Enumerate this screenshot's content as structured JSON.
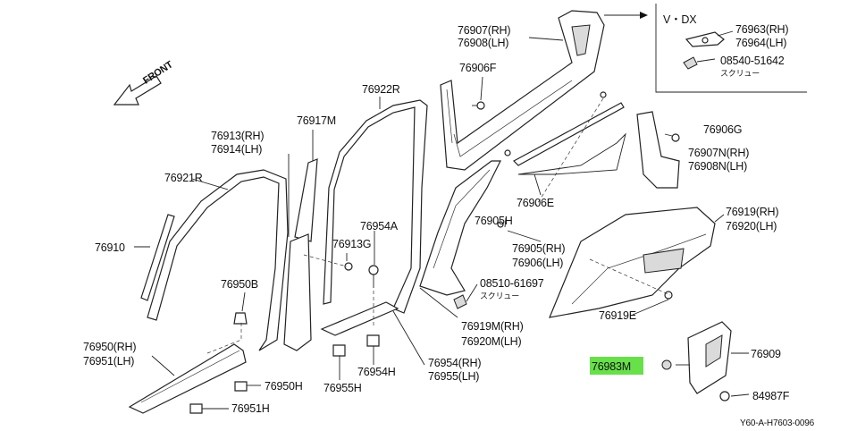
{
  "front_label": "FRONT",
  "variant_box": {
    "title": "V・DX"
  },
  "diagram_code": "Y60-A-H7603-0096",
  "highlighted_part": "76983M",
  "labels": {
    "p76907": "76907(RH)",
    "p76908": "76908(LH)",
    "p76906F": "76906F",
    "p76922R": "76922R",
    "p76917M": "76917M",
    "p76913": "76913(RH)",
    "p76914": "76914(LH)",
    "p76921R": "76921R",
    "p76910": "76910",
    "p76913G": "76913G",
    "p76954A": "76954A",
    "p76950B": "76950B",
    "p76950": "76950(RH)",
    "p76951": "76951(LH)",
    "p76950H": "76950H",
    "p76951H": "76951H",
    "p76955H": "76955H",
    "p76954H": "76954H",
    "p76954": "76954(RH)",
    "p76955": "76955(LH)",
    "p76919M": "76919M(RH)",
    "p76920M": "76920M(LH)",
    "p08510": "08510-61697",
    "screw1": "スクリュー",
    "p76905H": "76905H",
    "p76905": "76905(RH)",
    "p76906": "76906(LH)",
    "p76906E": "76906E",
    "p76906G": "76906G",
    "p76907N": "76907N(RH)",
    "p76908N": "76908N(LH)",
    "p76919": "76919(RH)",
    "p76920": "76920(LH)",
    "p76919E": "76919E",
    "p76909": "76909",
    "p84987F": "84987F",
    "p76963": "76963(RH)",
    "p76964": "76964(LH)",
    "p08540": "08540-51642",
    "screw2": "スクリュー"
  }
}
